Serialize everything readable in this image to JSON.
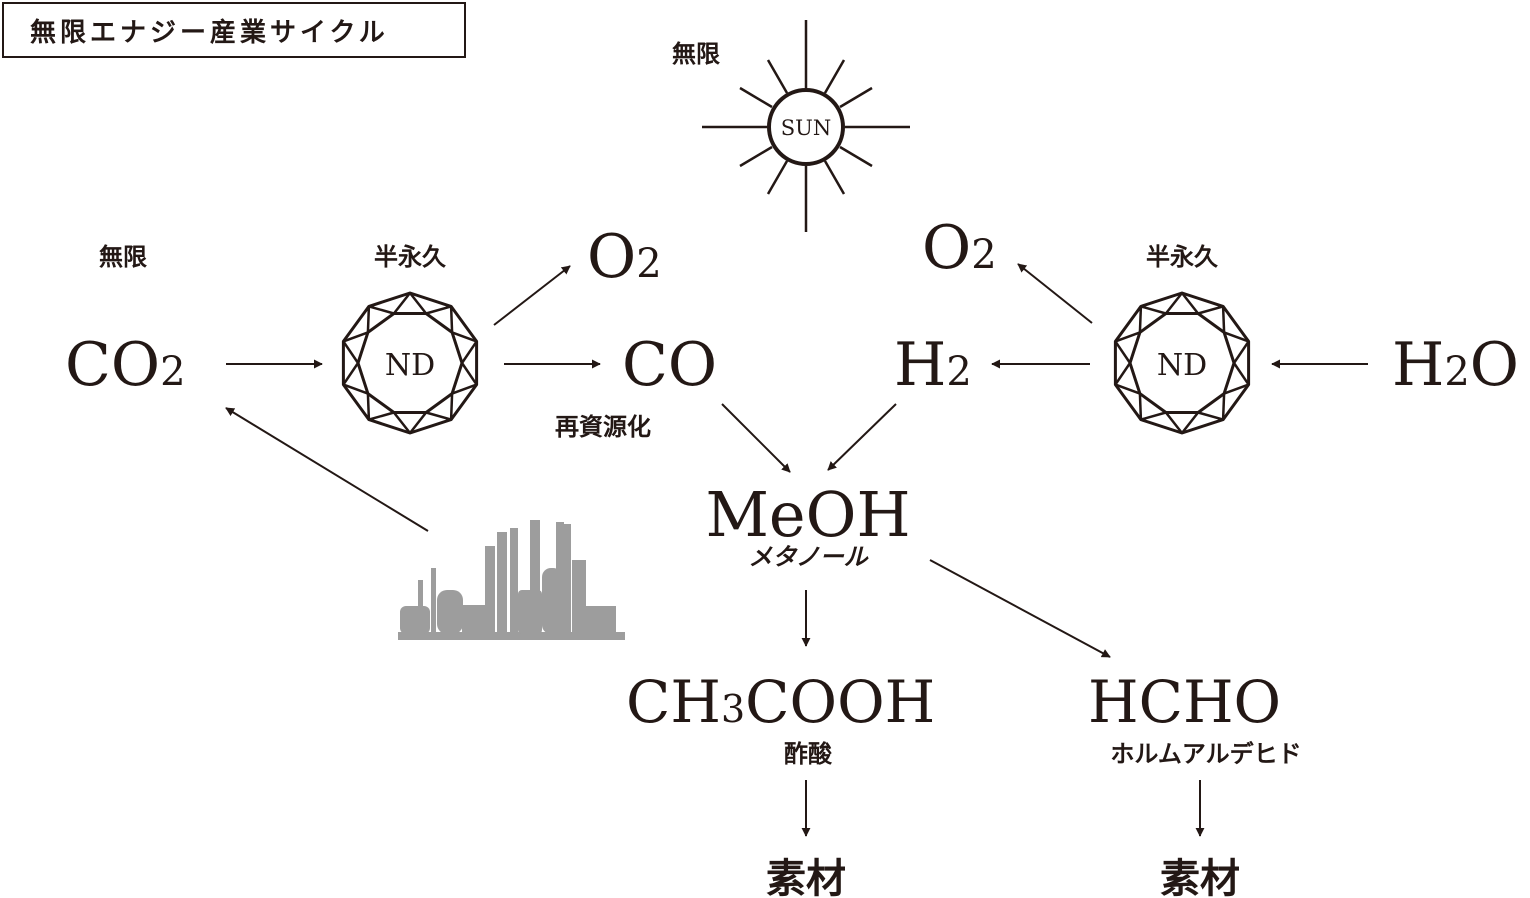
{
  "title": "無限エナジー産業サイクル",
  "labels": {
    "sun_infinite": "無限",
    "sun": "SUN",
    "co2_infinite": "無限",
    "semi_permanent_left": "半永久",
    "semi_permanent_right": "半永久",
    "nd": "ND",
    "reuse": "再資源化",
    "methanol_jp": "メタノール",
    "acetic_acid_jp": "酢酸",
    "formaldehyde_jp": "ホルムアルデヒド",
    "material_left": "素材",
    "material_right": "素材"
  },
  "chem": {
    "co2": {
      "main": "CO",
      "sub": "2"
    },
    "o2_left": {
      "main": "O",
      "sub": "2"
    },
    "o2_right": {
      "main": "O",
      "sub": "2"
    },
    "co": "CO",
    "h2": {
      "main": "H",
      "sub": "2"
    },
    "h2o": {
      "pre": "H",
      "sub": "2",
      "post": "O"
    },
    "meoh": "MeOH",
    "ch3cooh": {
      "pre": "CH",
      "sub": "3",
      "post": "COOH"
    },
    "hcho": "HCHO"
  },
  "colors": {
    "ink": "#231815",
    "factory": "#9d9d9d"
  }
}
